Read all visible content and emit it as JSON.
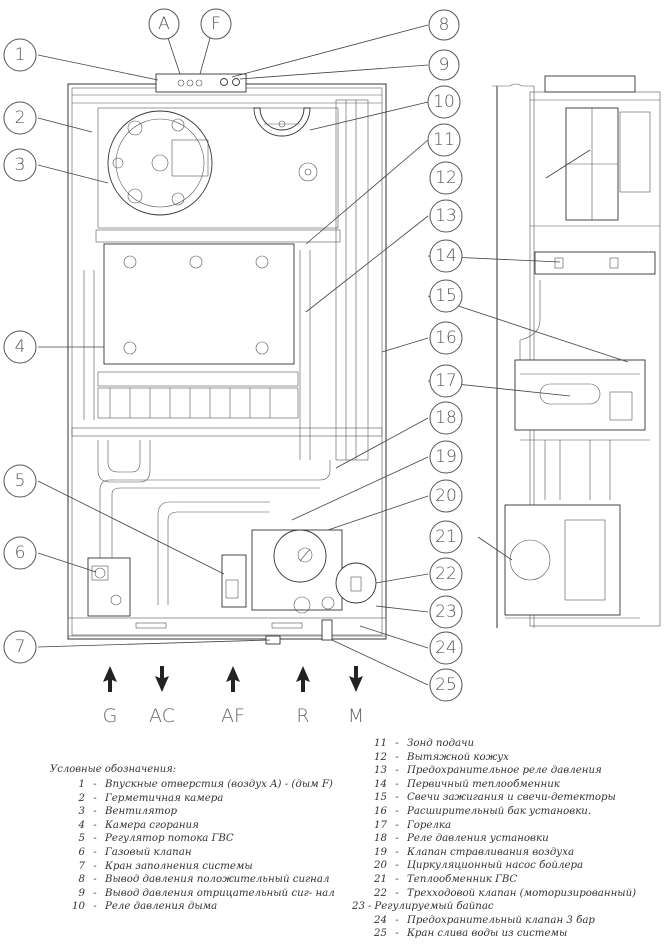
{
  "callouts": {
    "letters": [
      "A",
      "F"
    ],
    "numbers": [
      "1",
      "2",
      "3",
      "4",
      "5",
      "6",
      "7",
      "8",
      "9",
      "10",
      "11",
      "12",
      "13",
      "14",
      "15",
      "16",
      "17",
      "18",
      "19",
      "20",
      "21",
      "22",
      "23",
      "24",
      "25"
    ]
  },
  "connections": [
    {
      "label": "G",
      "direction": "up"
    },
    {
      "label": "AC",
      "direction": "down"
    },
    {
      "label": "AF",
      "direction": "up"
    },
    {
      "label": "R",
      "direction": "up"
    },
    {
      "label": "M",
      "direction": "down"
    }
  ],
  "legend": {
    "title": "Условные обозначения:",
    "items": [
      {
        "num": "1",
        "text": "Впускные отверстия (воздух A) - (дым F)"
      },
      {
        "num": "2",
        "text": "Герметичная камера"
      },
      {
        "num": "3",
        "text": "Вентилятор"
      },
      {
        "num": "4",
        "text": "Камера сгорания"
      },
      {
        "num": "5",
        "text": "Регулятор потока ГВС"
      },
      {
        "num": "6",
        "text": "Газовый клапан"
      },
      {
        "num": "7",
        "text": "Кран заполнения системы"
      },
      {
        "num": "8",
        "text": "Вывод давления положительный сигнал"
      },
      {
        "num": "9",
        "text": "Вывод давления отрицательный сиг- нал"
      },
      {
        "num": "10",
        "text": "Реле давления дыма"
      },
      {
        "num": "11",
        "text": "Зонд подачи"
      },
      {
        "num": "12",
        "text": "Вытяжной кожух"
      },
      {
        "num": "13",
        "text": "Предохранительное реле давления"
      },
      {
        "num": "14",
        "text": "Первичный теплообменник"
      },
      {
        "num": "15",
        "text": "Свечи зажигания и свечи-детекторы"
      },
      {
        "num": "16",
        "text": "Расширительный бак установки."
      },
      {
        "num": "17",
        "text": "Горелка"
      },
      {
        "num": "18",
        "text": "Реле давления установки"
      },
      {
        "num": "19",
        "text": "Клапан стравливания воздуха"
      },
      {
        "num": "20",
        "text": "Циркуляционный насос бойлера"
      },
      {
        "num": "21",
        "text": "Теплообменник ГВС"
      },
      {
        "num": "22",
        "text": "Трехходовой клапан  (моторизированный)"
      },
      {
        "num": "23",
        "text": "Регулируемый байпас"
      },
      {
        "num": "24",
        "text": "Предохранительный клапан 3 бар"
      },
      {
        "num": "25",
        "text": "Кран слива воды из системы"
      }
    ],
    "separator": "-"
  }
}
